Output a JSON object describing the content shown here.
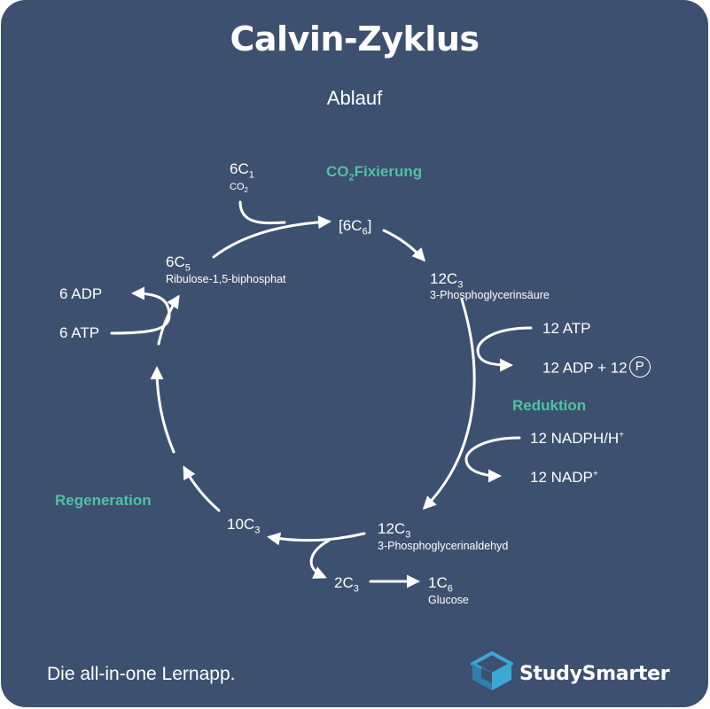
{
  "title": "Calvin-Zyklus",
  "subtitle": "Ablauf",
  "phases": {
    "fixation": "CO",
    "fixation_sub": "2",
    "fixation_rest": "Fixierung",
    "reduction": "Reduktion",
    "regeneration": "Regeneration"
  },
  "nodes": {
    "co2_main": "6C",
    "co2_main_sub": "1",
    "co2_name": "CO",
    "co2_name_sub": "2",
    "c6_open": "[6C",
    "c6_sub": "6",
    "c6_close": "]",
    "pgs_main": "12C",
    "pgs_sub": "3",
    "pgs_name": "3-Phosphoglycerinsäure",
    "pgal_main": "12C",
    "pgal_sub": "3",
    "pgal_name": "3-Phosphoglycerinaldehyd",
    "c10_main": "10C",
    "c10_sub": "3",
    "c2_main": "2C",
    "c2_sub": "3",
    "glucose_main": "1C",
    "glucose_sub": "6",
    "glucose_name": "Glucose",
    "rubp_main": "6C",
    "rubp_sub": "5",
    "rubp_name": "Ribulose-1,5-biphosphat"
  },
  "cofactors": {
    "atp_in_right": "12 ATP",
    "adp_out_right": "12 ADP + 12",
    "phosphate": "P",
    "nadph_in": "12 NADPH/H",
    "nadph_sup": "+",
    "nadp_out": "12 NADP",
    "nadp_sup": "+",
    "atp_in_left": "6 ATP",
    "adp_out_left": "6 ADP"
  },
  "footer": {
    "tagline": "Die all-in-one Lernapp.",
    "brand": "StudySmarter"
  },
  "colors": {
    "background": "#3d5070",
    "accent": "#4fc1a4",
    "text": "#ffffff"
  },
  "icons": [
    "studysmarter-logo-icon"
  ]
}
